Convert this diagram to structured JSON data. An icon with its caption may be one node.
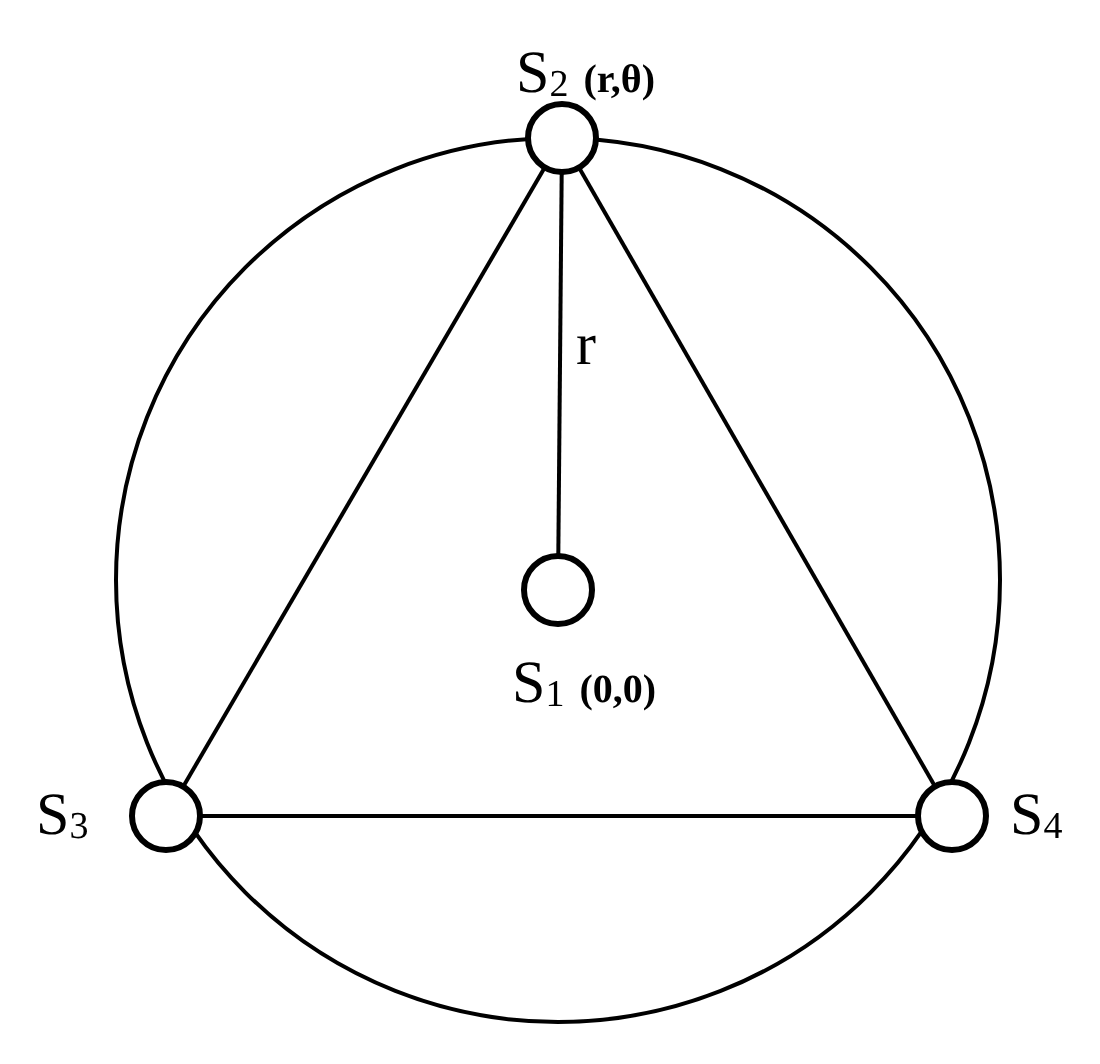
{
  "diagram": {
    "nodes": [
      {
        "text": [],
        "shape": "circle",
        "beside": [
          "S$_{2}$ **(r,θ)**"
        ]
      },
      {
        "text": [],
        "shape": "circle",
        "beside": [
          "S$_{1}$ **(0,0)**"
        ]
      },
      {
        "text": [],
        "shape": "circle",
        "beside": [
          "S$_{3}$"
        ]
      },
      {
        "text": [],
        "shape": "circle",
        "beside": [
          "S$_{4}$"
        ]
      }
    ],
    "edges": [
      {
        "from": 0,
        "to": 1,
        "arrow": "none",
        "label": "r"
      },
      {
        "from": 0,
        "to": 2,
        "arrow": "none"
      },
      {
        "from": 0,
        "to": 3,
        "arrow": "none"
      },
      {
        "from": 2,
        "to": 3,
        "arrow": "none"
      }
    ]
  }
}
